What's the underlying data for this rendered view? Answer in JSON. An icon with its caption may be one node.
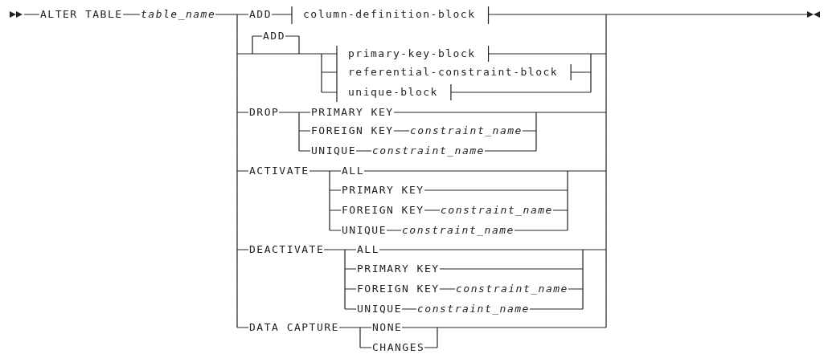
{
  "diagram": {
    "labels": [
      "ALTER TABLE",
      "table_name",
      "ADD",
      "column-definition-block",
      "ADD",
      "primary-key-block",
      "referential-constraint-block",
      "unique-block",
      "DROP",
      "PRIMARY KEY",
      "FOREIGN KEY",
      "constraint_name",
      "UNIQUE",
      "constraint_name",
      "ACTIVATE",
      "ALL",
      "PRIMARY KEY",
      "FOREIGN KEY",
      "constraint_name",
      "UNIQUE",
      "constraint_name",
      "DEACTIVATE",
      "ALL",
      "PRIMARY KEY",
      "FOREIGN KEY",
      "constraint_name",
      "UNIQUE",
      "constraint_name",
      "DATA CAPTURE",
      "NONE",
      "CHANGES"
    ]
  }
}
